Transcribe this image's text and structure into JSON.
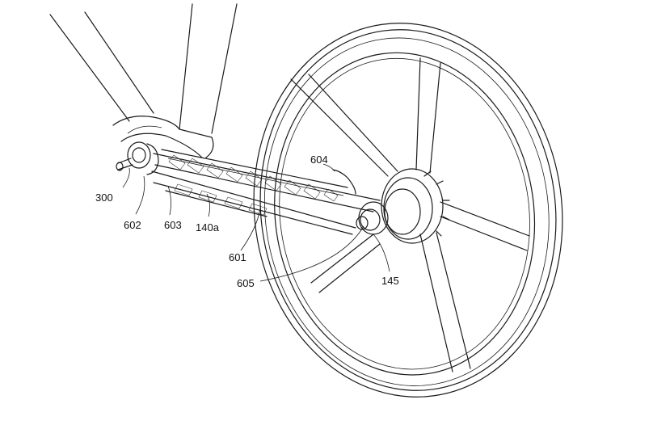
{
  "figure": {
    "labels": {
      "ref_300": "300",
      "ref_602": "602",
      "ref_603": "603",
      "ref_140a": "140a",
      "ref_601": "601",
      "ref_605": "605",
      "ref_604": "604",
      "ref_145": "145"
    }
  }
}
